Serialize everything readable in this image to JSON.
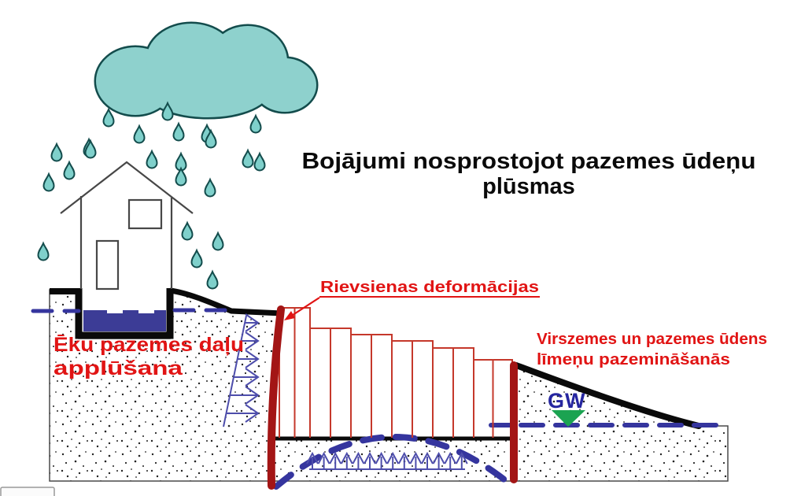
{
  "title": {
    "line1": "Bojājumi nosprostojot pazemes ūdeņu",
    "line2": "plūsmas"
  },
  "annotations": {
    "building_flooding": {
      "line1": "Ēku pazemes daļu",
      "line2": "applūšana"
    },
    "sheet_pile_deformation": "Rievsienas deformācijas",
    "water_level_lowering": {
      "line1": "Virszemes un pazemes ūdens",
      "line2": "līmeņu  pazemināšanās"
    },
    "groundwater_label": "GW"
  },
  "icons": {
    "rain_cloud_icon": "overlapping teal ellipses forming a cloud",
    "rain_drop_icon": "teal teardrop",
    "gw_marker_icon": "downward green triangle (groundwater table symbol)",
    "pressure_arrows_icon": "triangular distributed-load arrows pushing on wall",
    "uplift_arrows_icon": "row of upward seepage arrows under excavation"
  },
  "colors": {
    "title_text": "#0a0a0a",
    "warning_text_red": "#e11414",
    "sheet_pile_wall_red": "#a31515",
    "panel_outline_red": "#c5382b",
    "groundwater_dash_blue": "#35359e",
    "water_fill_indigo": "#3c3c96",
    "arrow_indigo": "#4d4dab",
    "gw_label_blue": "#2626a0",
    "gw_marker_green": "#1ba351",
    "cloud_fill_teal": "#8ed1cd",
    "cloud_outline_teal": "#134c4c",
    "ground_outline_gray": "#4a4a4a",
    "house_outline_gray": "#474747",
    "surface_line_black": "#0a0a0a"
  }
}
